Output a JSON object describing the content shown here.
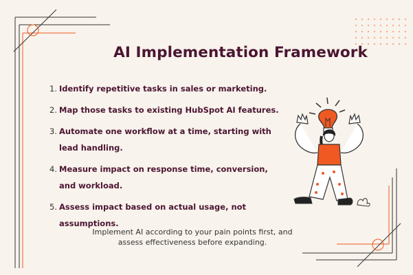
{
  "title": "AI Implementation Framework",
  "steps": [
    {
      "num": "1.",
      "text": "Identify repetitive tasks in sales or marketing."
    },
    {
      "num": "2.",
      "text": "Map those tasks to existing HubSpot AI features."
    },
    {
      "num": "3.",
      "text": "Automate one workflow at a time, starting with lead handling."
    },
    {
      "num": "4.",
      "text": "Measure impact on response time, conversion, and workload."
    },
    {
      "num": "5.",
      "text": "Assess impact based on actual usage, not assumptions."
    }
  ],
  "footer": "Implement AI according to your pain points first, and assess effectiveness before expanding.",
  "colors": {
    "background": "#f8f3ec",
    "title": "#4b1532",
    "accent": "#f05a22",
    "line": "#333333",
    "dots": "#f2b08a"
  },
  "icons": [
    "lightbulb-icon",
    "person-illustration",
    "leaf-icon"
  ]
}
